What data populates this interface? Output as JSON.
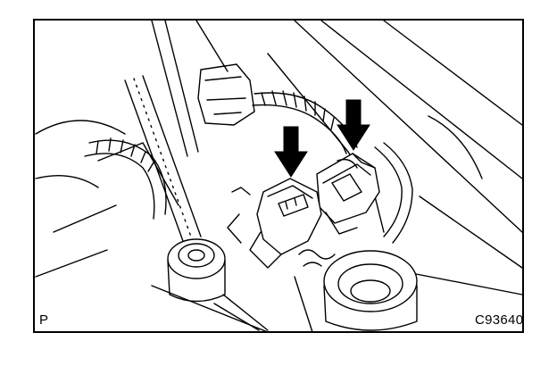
{
  "figure": {
    "corner_label_left": "P",
    "corner_label_right": "C93640"
  },
  "callouts": {
    "count": 2,
    "type": "downward-arrow"
  },
  "colors": {
    "line": "#000000",
    "background": "#ffffff"
  }
}
